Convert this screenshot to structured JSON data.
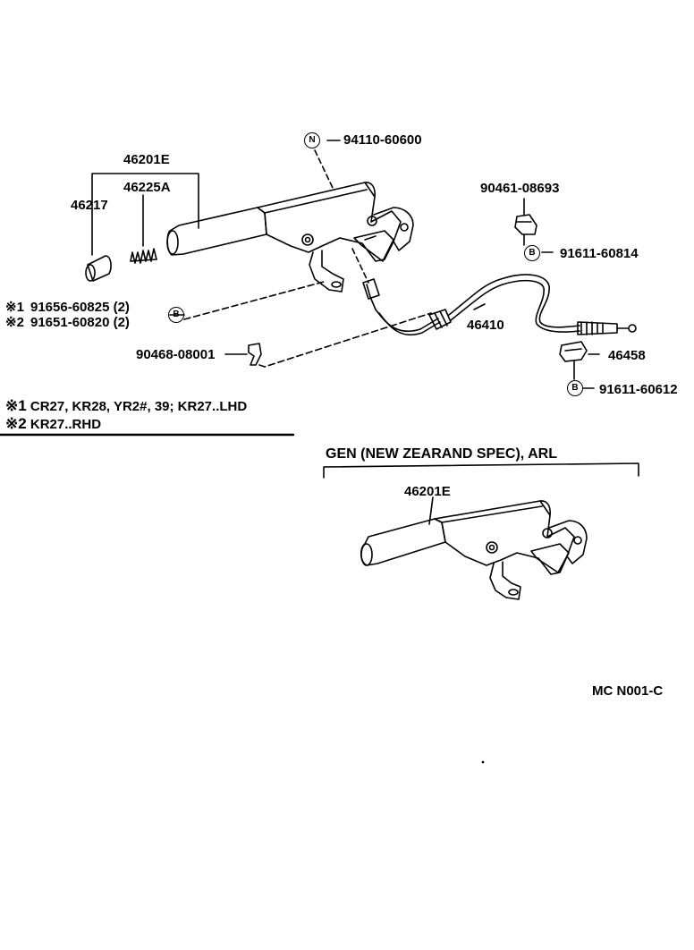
{
  "callouts": {
    "c94110": "94110-60600",
    "c46201e": "46201E",
    "c46225a": "46225A",
    "c46217": "46217",
    "c90461": "90461-08693",
    "c91611_60814": "91611-60814",
    "c91656": "91656-60825 (2)",
    "c91651": "91651-60820 (2)",
    "c46410": "46410",
    "c90468": "90468-08001",
    "c46458": "46458",
    "c91611_60612": "91611-60612",
    "c46201e_gen": "46201E"
  },
  "symbols": {
    "n": "N",
    "b": "B"
  },
  "notes": {
    "n1_mark": "※1",
    "n2_mark": "※2",
    "n1_text": "CR27, KR28, YR2#, 39; KR27..LHD",
    "n2_text": "KR27..RHD",
    "row1_mark": "※1",
    "row2_mark": "※2"
  },
  "section": {
    "title": "GEN (NEW ZEARAND SPEC), ARL"
  },
  "footer": {
    "code": "MC  N001-C"
  }
}
